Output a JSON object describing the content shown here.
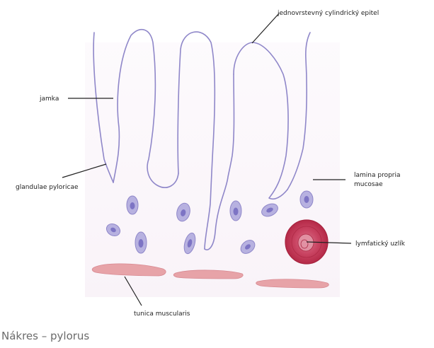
{
  "labels": {
    "epitel": "jednovrstevný cylindrický epitel",
    "jamka": "jamka",
    "glandulae": "glandulae pyloricae",
    "lamina_line1": "lamina propria",
    "lamina_line2": "mucosae",
    "uzlik": "lymfatický uzlík",
    "tunica": "tunica muscularis"
  },
  "caption": "Nákres – pylorus",
  "colors": {
    "background": "#ffffff",
    "stroma_tint": "#f7eef6",
    "epithelium_outline": "#8f87c9",
    "cell_fill": "#b7b1e0",
    "nucleus_fill": "#7d74c4",
    "lymph_node": "#c2324f",
    "muscle": "#e7a3a8",
    "leader_line": "#222222",
    "caption_text": "#6b6b6b"
  }
}
